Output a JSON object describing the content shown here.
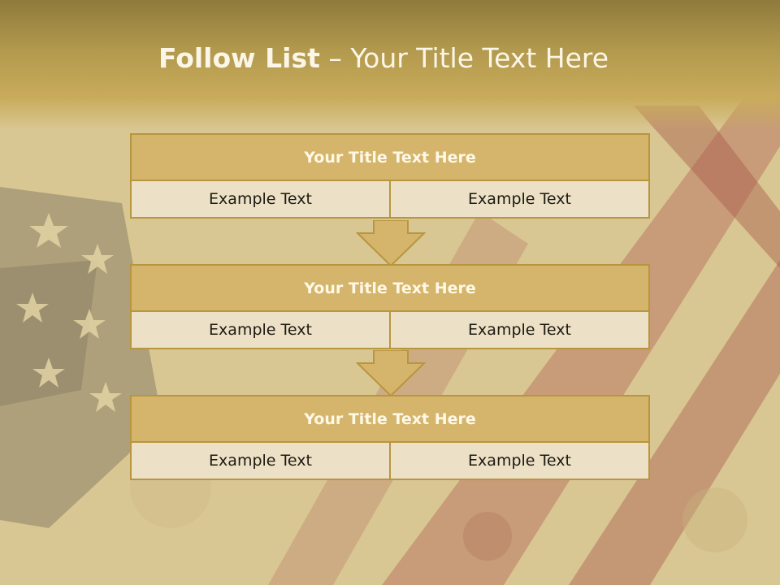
{
  "slide": {
    "title_bold": "Follow List",
    "title_rest": " – Your Title Text Here"
  },
  "blocks": [
    {
      "title": "Your Title Text Here",
      "left": "Example Text",
      "right": "Example Text"
    },
    {
      "title": "Your Title Text Here",
      "left": "Example Text",
      "right": "Example Text"
    },
    {
      "title": "Your Title Text Here",
      "left": "Example Text",
      "right": "Example Text"
    }
  ],
  "icons": {
    "down_arrow": "down-arrow-icon"
  },
  "colors": {
    "title_band": "#b39a4e",
    "block_header": "#d4b56b",
    "block_border": "#b8953f",
    "cell_bg": "#ece0c6",
    "title_text": "#fbf6e8"
  }
}
